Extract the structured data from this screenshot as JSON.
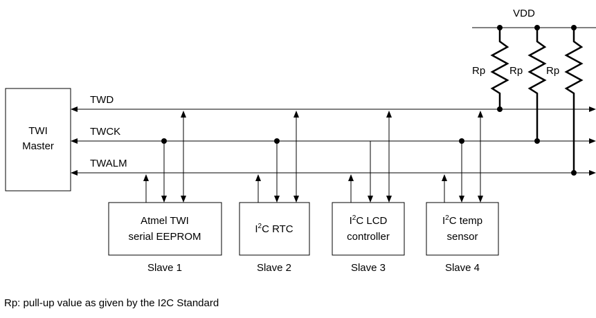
{
  "supply": {
    "label": "VDD"
  },
  "resistors": [
    "Rp",
    "Rp",
    "Rp"
  ],
  "master": {
    "line1": "TWI",
    "line2": "Master"
  },
  "buses": {
    "twd": "TWD",
    "twck": "TWCK",
    "twalm": "TWALM"
  },
  "slaves": [
    {
      "line1": "Atmel TWI",
      "line2": "serial EEPROM",
      "caption": "Slave 1"
    },
    {
      "line1_sup": "2",
      "line1_prefix": "I",
      "line1_rest": "C RTC",
      "caption": "Slave 2"
    },
    {
      "line1_sup": "2",
      "line1_prefix": "I",
      "line1_rest": "C LCD",
      "line2": "controller",
      "caption": "Slave 3"
    },
    {
      "line1_sup": "2",
      "line1_prefix": "I",
      "line1_rest": "C temp",
      "line2": "sensor",
      "caption": "Slave 4"
    }
  ],
  "note": "Rp: pull-up value as given by the I2C Standard"
}
